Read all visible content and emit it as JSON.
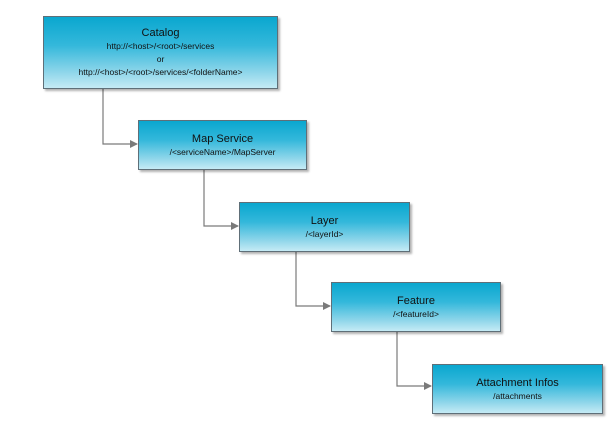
{
  "nodes": {
    "catalog": {
      "title": "Catalog",
      "line1": "http://<host>/<root>/services",
      "line2": "or",
      "line3": "http://<host>/<root>/services/<folderName>"
    },
    "map_service": {
      "title": "Map Service",
      "line1": "/<serviceName>/MapServer"
    },
    "layer": {
      "title": "Layer",
      "line1": "/<layerId>"
    },
    "feature": {
      "title": "Feature",
      "line1": "/<featureId>"
    },
    "attachment_infos": {
      "title": "Attachment Infos",
      "line1": "/attachments"
    }
  },
  "edges": [
    {
      "from": "catalog",
      "to": "map_service"
    },
    {
      "from": "map_service",
      "to": "layer"
    },
    {
      "from": "layer",
      "to": "feature"
    },
    {
      "from": "feature",
      "to": "attachment_infos"
    }
  ],
  "colors": {
    "box_top": "#0aa7cf",
    "box_bottom": "#c5ebf5",
    "border": "#5f6f78",
    "connector": "#7a7a7a"
  }
}
